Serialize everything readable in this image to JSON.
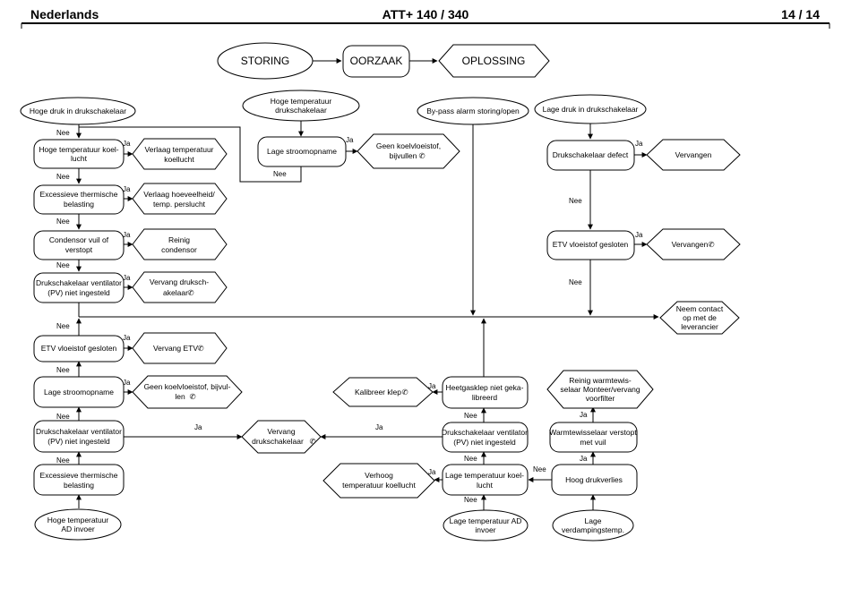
{
  "header": {
    "language": "Nederlands",
    "title": "ATT+ 140 / 340",
    "page": "14 / 14"
  },
  "legend": {
    "storing": "STORING",
    "oorzaak": "OORZAAK",
    "oplossing": "OPLOSSING"
  },
  "labels": {
    "ja": "Ja",
    "nee": "Nee",
    "svc": "✆"
  },
  "start": {
    "hoge_druk": "Hoge druk in drukschakelaar",
    "hoge_temp_1": "Hoge temperatuur",
    "hoge_temp_2": "drukschakelaar",
    "bypass": "By-pass alarm storing/open",
    "lage_druk": "Lage druk in drukschakelaar",
    "hoge_temp_ad_1": "Hoge temperatuur",
    "hoge_temp_ad_2": "AD invoer",
    "lage_temp_ad_1": "Lage temperatuur AD",
    "lage_temp_ad_2": "invoer",
    "lage_verd_1": "Lage",
    "lage_verd_2": "verdampingstemp."
  },
  "causes": {
    "l1_1": "Hoge temperatuur koel-",
    "l1_2": "lucht",
    "l2_1": "Excessieve thermische",
    "l2_2": "belasting",
    "l3_1": "Condensor vuil of",
    "l3_2": "verstopt",
    "l4_1": "Drukschakelaar ventilator",
    "l4_2": "(PV) niet ingesteld",
    "m1": "Lage stroomopname",
    "r1": "Drukschakelaar defect",
    "r2": "ETV vloeistof gesloten",
    "b1": "ETV vloeistof gesloten",
    "b2": "Lage stroomopname",
    "b3_1": "Drukschakelaar ventilator",
    "b3_2": "(PV) niet ingesteld",
    "b4_1": "Excessieve thermische",
    "b4_2": "belasting",
    "h1_1": "Heetgasklep niet geka-",
    "h1_2": "libreerd",
    "h2_1": "Drukschakelaar ventilator",
    "h2_2": "(PV) niet ingesteld",
    "h3_1": "Lage temperatuur koel-",
    "h3_2": "lucht",
    "w1_1": "Warmtewisselaar verstopt",
    "w1_2": "met vuil",
    "w2": "Hoog drukverlies"
  },
  "solutions": {
    "s1_1": "Verlaag temperatuur",
    "s1_2": "koellucht",
    "s2_1": "Verlaag hoeveelheid/",
    "s2_2": "temp. perslucht",
    "s3_1": "Reinig",
    "s3_2": "condensor",
    "s4_1": "Vervang druksch-",
    "s4_2": "akelaar",
    "m_1": "Geen koelvloeistof,",
    "m_2": "bijvullen",
    "r1": "Vervangen",
    "r2": "Vervangen",
    "contact_1": "Neem contact",
    "contact_2": "op met de",
    "contact_3": "leverancier",
    "b1": "Vervang ETV",
    "b2_1": "Geen koelvloeistof, bijvul-",
    "b2_2": "len",
    "vd_1": "Vervang",
    "vd_2": "drukschakelaar",
    "kal": "Kalibreer klep",
    "verhoog_1": "Verhoog",
    "verhoog_2": "temperatuur koellucht",
    "reinig_1": "Reinig warmtewis-",
    "reinig_2": "selaar Monteer/vervang",
    "reinig_3": "voorfilter"
  }
}
